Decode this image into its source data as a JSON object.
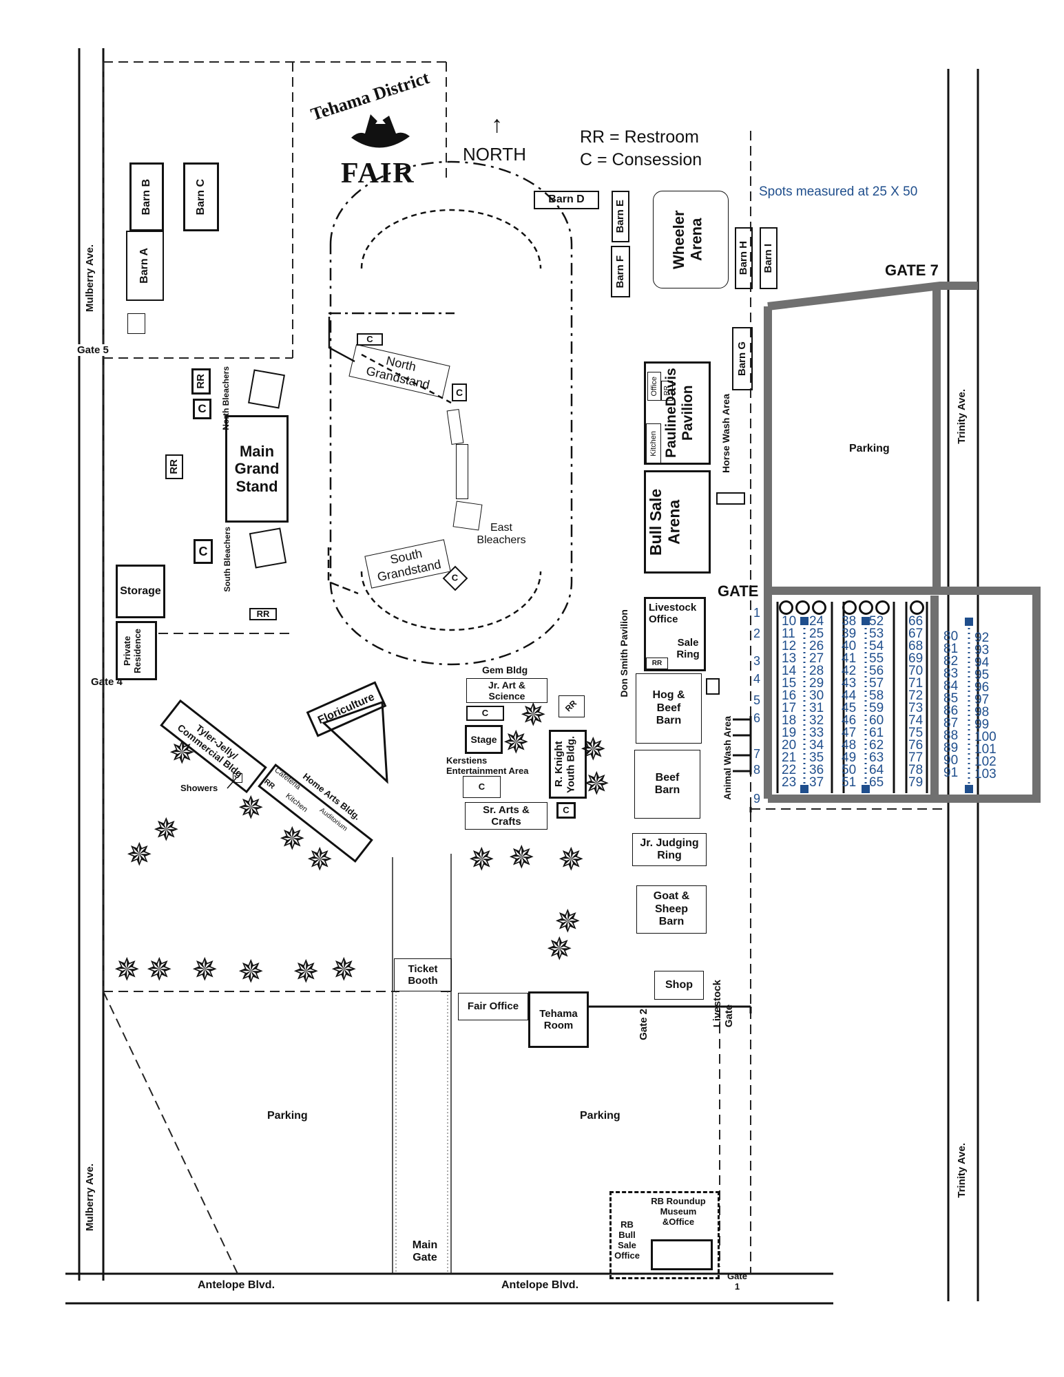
{
  "logo": {
    "arc_text": "Tehama District",
    "word": "FAIR"
  },
  "north_label": "NORTH",
  "north_arrow": "↑",
  "legend": {
    "rr": "RR = Restroom",
    "c": "C  = Consession"
  },
  "spots_note": "Spots measured at 25 X 50",
  "streets": {
    "mulberry_top": "Mulberry Ave.",
    "mulberry_bottom": "Mulberry Ave.",
    "trinity_top": "Trinity Ave.",
    "trinity_bottom": "Trinity Ave.",
    "antelope_left": "Antelope Blvd.",
    "antelope_right": "Antelope Blvd."
  },
  "gates": {
    "gate5": "Gate 5",
    "gate4": "Gate 4",
    "gate7": "GATE  7",
    "gate": "GATE",
    "gate2": "Gate 2",
    "livestock_gate": "Livestock Gate",
    "main_gate": "Main Gate",
    "gate1": "Gate 1"
  },
  "buildings": {
    "barn_a": "Barn A",
    "barn_b": "Barn B",
    "barn_c": "Barn C",
    "barn_d": "Barn D",
    "barn_e": "Barn E",
    "barn_f": "Barn F",
    "barn_g": "Barn G",
    "barn_h": "Barn H",
    "barn_i": "Barn I",
    "wheeler_arena": "Wheeler Arena",
    "north_grandstand": "North Grandstand",
    "south_grandstand": "South Grandstand",
    "east_bleachers": "East Bleachers",
    "main_grand_stand": "Main Grand Stand",
    "north_bleachers": "North Bleachers",
    "south_bleachers": "South Bleachers",
    "storage": "Storage",
    "private_residence": "Private Residence",
    "pauline_davis": "PaulineDavis Pavilion",
    "office": "Office",
    "kitchen": "Kitchen",
    "bull_sale_arena": "Bull Sale Arena",
    "horse_wash": "Horse Wash Area",
    "livestock_office": "Livestock Office",
    "sale_ring": "Sale Ring",
    "don_smith": "Don Smith Pavilion",
    "hog_beef_barn": "Hog & Beef Barn",
    "beef_barn": "Beef Barn",
    "animal_wash": "Animal Wash Area",
    "jr_judging": "Jr. Judging Ring",
    "goat_sheep": "Goat & Sheep Barn",
    "shop": "Shop",
    "gem_bldg": "Gem Bldg",
    "jr_art": "Jr. Art & Science",
    "stage": "Stage",
    "kerstiens": "Kerstiens Entertainment Area",
    "r_knight": "R. Knight Youth Bldg.",
    "sr_arts": "Sr. Arts & Crafts",
    "floriculture": "Floriculture",
    "tyler_jelly": "Tyler-Jelly/ Commercial Bldg",
    "showers": "Showers",
    "home_arts": "Home Arts Bldg.",
    "cafeteria": "Cafeteria",
    "kitchen2": "Kitchen",
    "auditorium": "Auditorium",
    "ticket_booth": "Ticket Booth",
    "fair_office": "Fair Office",
    "tehama_room": "Tehama Room",
    "rb_museum": "RB Roundup Museum &Office",
    "rb_bull_sale": "RB Bull Sale Office"
  },
  "marks": {
    "rr": "RR",
    "c": "C"
  },
  "parking": {
    "east": "Parking",
    "southwest": "Parking",
    "south": "Parking"
  },
  "gate_numbers": [
    "1",
    "2",
    "3",
    "4",
    "5",
    "6",
    "7",
    "8",
    "9"
  ],
  "spots": {
    "a": [
      "10",
      "11",
      "12",
      "13",
      "14",
      "15",
      "16",
      "17",
      "18",
      "19",
      "20",
      "21",
      "22",
      "23"
    ],
    "b": [
      "24",
      "25",
      "26",
      "27",
      "28",
      "29",
      "30",
      "31",
      "32",
      "33",
      "34",
      "35",
      "36",
      "37"
    ],
    "c": [
      "38",
      "39",
      "40",
      "41",
      "42",
      "43",
      "44",
      "45",
      "46",
      "47",
      "48",
      "49",
      "50",
      "51"
    ],
    "d": [
      "52",
      "53",
      "54",
      "55",
      "56",
      "57",
      "58",
      "59",
      "60",
      "61",
      "62",
      "63",
      "64",
      "65"
    ],
    "e": [
      "66",
      "67",
      "68",
      "69",
      "70",
      "71",
      "72",
      "73",
      "74",
      "75",
      "76",
      "77",
      "78",
      "79"
    ],
    "f": [
      "80",
      "81",
      "82",
      "83",
      "84",
      "85",
      "86",
      "87",
      "88",
      "89",
      "90",
      "91"
    ],
    "g": [
      "92",
      "93",
      "94",
      "95",
      "96",
      "97",
      "98",
      "99",
      "100",
      "101",
      "102",
      "103"
    ]
  },
  "colors": {
    "spots_blue": "#1f4e8c",
    "road_gray": "#707070"
  }
}
